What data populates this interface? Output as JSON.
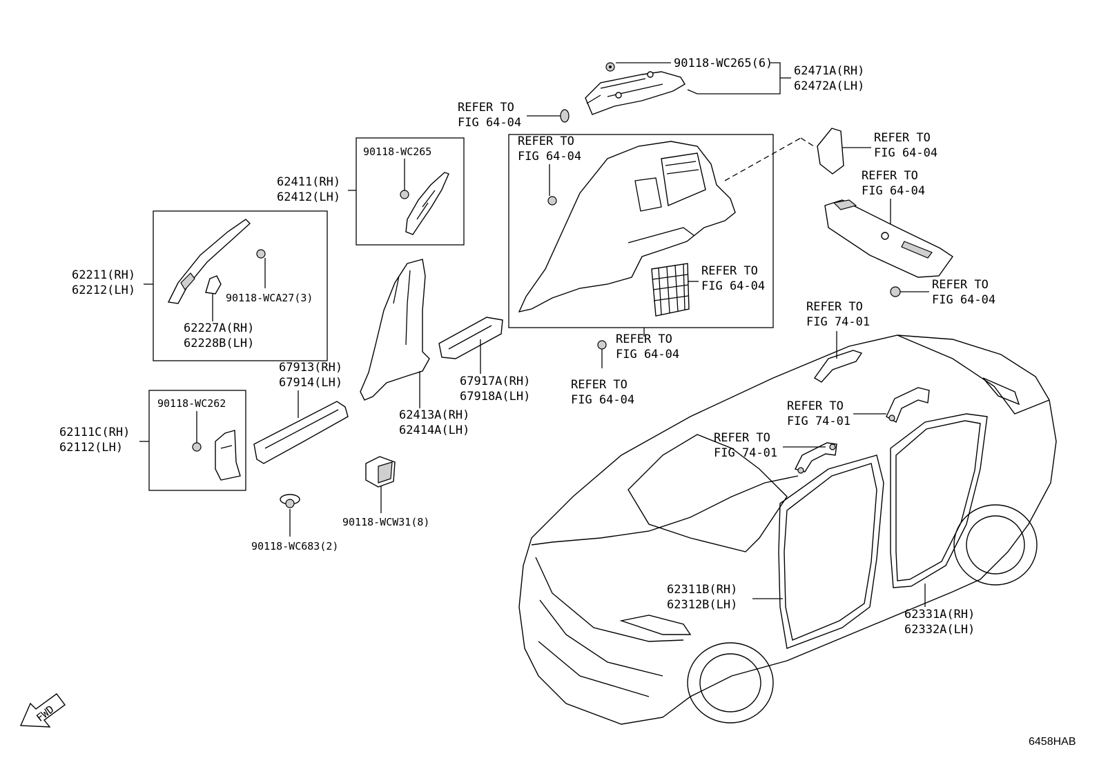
{
  "diagram_code": "6458HAB",
  "fwd_label": "FWD",
  "labels": {
    "l_90118_wc265_6": "90118-WC265(6)",
    "l_62471a": "62471A(RH)",
    "l_62472a": "62472A(LH)",
    "l_refer_top_1": "REFER TO",
    "l_refer_top_2": "FIG 64-04",
    "l_box_wc265": "90118-WC265",
    "l_62411": "62411(RH)",
    "l_62412": "62412(LH)",
    "l_quarter_refer_1": "REFER TO",
    "l_quarter_refer_2": "FIG 64-04",
    "l_right_refer_a1": "REFER TO",
    "l_right_refer_a2": "FIG 64-04",
    "l_right_refer_b1": "REFER TO",
    "l_right_refer_b2": "FIG 64-04",
    "l_62211": "62211(RH)",
    "l_62212": "62212(LH)",
    "l_wca27": "90118-WCA27(3)",
    "l_62227a": "62227A(RH)",
    "l_62228b": "62228B(LH)",
    "l_grid_refer_1": "REFER TO",
    "l_grid_refer_2": "FIG 64-04",
    "l_clip_refer_1": "REFER TO",
    "l_clip_refer_2": "FIG 64-04",
    "l_rightclip_refer_1": "REFER TO",
    "l_rightclip_refer_2": "FIG 64-04",
    "l_below_refer_1": "REFER TO",
    "l_below_refer_2": "FIG 64-04",
    "l_grip1_refer_1": "REFER TO",
    "l_grip1_refer_2": "FIG 74-01",
    "l_grip2_refer_1": "REFER TO",
    "l_grip2_refer_2": "FIG 74-01",
    "l_grip3_refer_1": "REFER TO",
    "l_grip3_refer_2": "FIG 74-01",
    "l_67913": "67913(RH)",
    "l_67914": "67914(LH)",
    "l_67917a": "67917A(RH)",
    "l_67918a": "67918A(LH)",
    "l_62413a": "62413A(RH)",
    "l_62414a": "62414A(LH)",
    "l_box_wc262": "90118-WC262",
    "l_62111c": "62111C(RH)",
    "l_62112": "62112(LH)",
    "l_wcw31": "90118-WCW31(8)",
    "l_wc683": "90118-WC683(2)",
    "l_62311b": "62311B(RH)",
    "l_62312b": "62312B(LH)",
    "l_62331a": "62331A(RH)",
    "l_62332a": "62332A(LH)"
  }
}
